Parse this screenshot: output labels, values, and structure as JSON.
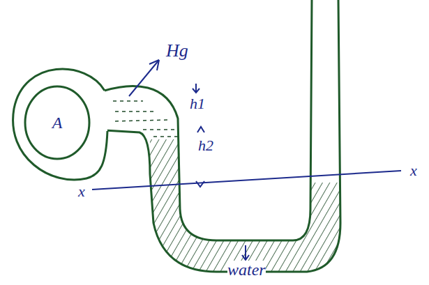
{
  "diagram": {
    "nodes": [
      {
        "text": [
          "A"
        ]
      }
    ],
    "labels": [
      "Hg",
      "h1",
      "h2",
      "x",
      "x",
      "water"
    ]
  }
}
